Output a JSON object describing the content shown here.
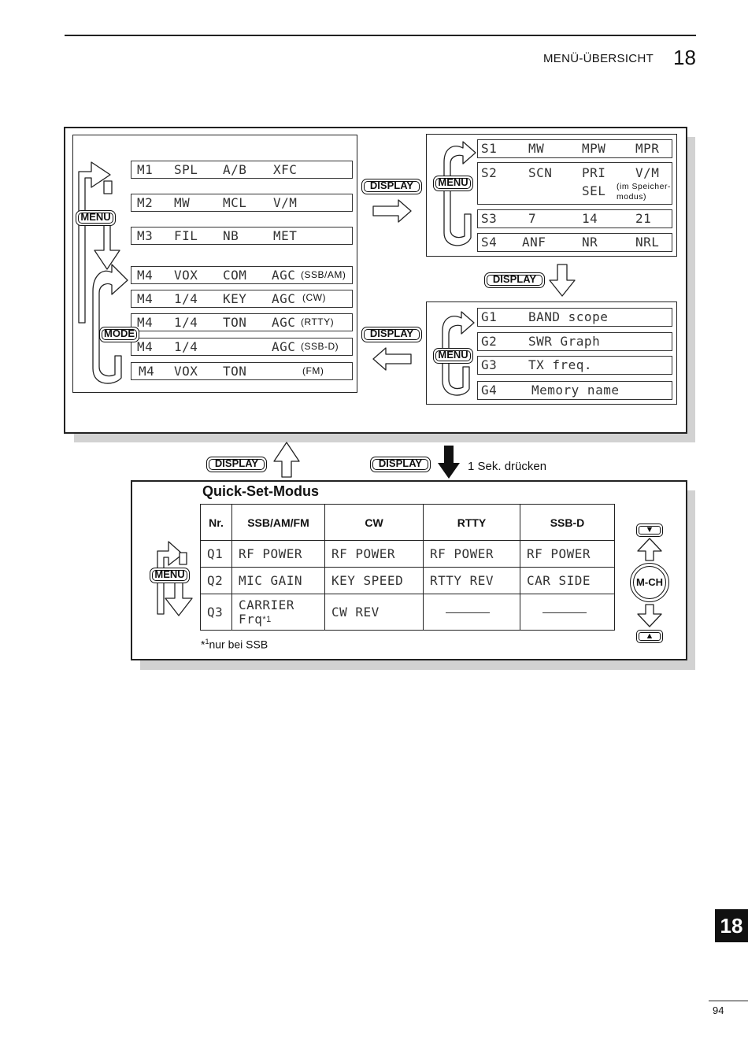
{
  "header": {
    "title": "MENÜ-ÜBERSICHT",
    "chapter": "18"
  },
  "side_tab": "18",
  "page_number": "94",
  "keys": {
    "display": "DISPLAY",
    "menu": "MENU",
    "mode": "MODE",
    "mch": "M-CH",
    "up": "▲",
    "down": "▼"
  },
  "press_note": "1 Sek. drücken",
  "m_menu": {
    "rows": [
      [
        "M1",
        "SPL",
        "A/B",
        "XFC"
      ],
      [
        "M2",
        "MW",
        "MCL",
        "V/M"
      ],
      [
        "M3",
        "FIL",
        "NB",
        "MET"
      ],
      [
        "M4",
        "VOX",
        "COM",
        "AGC"
      ],
      [
        "M4",
        "1/4",
        "KEY",
        "AGC"
      ],
      [
        "M4",
        "1/4",
        "TON",
        "AGC"
      ],
      [
        "M4",
        "1/4",
        "",
        "AGC"
      ],
      [
        "M4",
        "VOX",
        "TON",
        ""
      ]
    ],
    "mode_notes": [
      "(SSB/AM)",
      "(CW)",
      "(RTTY)",
      "(SSB-D)",
      "(FM)"
    ]
  },
  "s_menu": {
    "rows": [
      [
        "S1",
        "MW",
        "MPW",
        "MPR"
      ],
      [
        "S2",
        "SCN",
        "PRI",
        "V/M"
      ],
      [
        "S3",
        "7",
        "14",
        "21"
      ],
      [
        "S4",
        "ANF",
        "NR",
        "NRL"
      ]
    ],
    "sel": "SEL",
    "sel_note_1": "(im Speicher-",
    "sel_note_2": "modus)"
  },
  "g_menu": {
    "rows": [
      [
        "G1",
        "BAND scope"
      ],
      [
        "G2",
        "SWR Graph"
      ],
      [
        "G3",
        "TX freq."
      ],
      [
        "G4",
        "Memory name"
      ]
    ]
  },
  "quick_set": {
    "title": "Quick-Set-Modus",
    "headers": [
      "Nr.",
      "SSB/AM/FM",
      "CW",
      "RTTY",
      "SSB-D"
    ],
    "rows": [
      [
        "Q1",
        "RF POWER",
        "RF POWER",
        "RF POWER",
        "RF POWER"
      ],
      [
        "Q2",
        "MIC GAIN",
        "KEY SPEED",
        "RTTY REV",
        "CAR SIDE"
      ],
      [
        "Q3",
        "CARRIER",
        "CW REV",
        "",
        ""
      ]
    ],
    "q3_line2": "Frq",
    "footnote_mark": "*1",
    "footnote_prefix": "*",
    "footnote_sup": "1",
    "footnote_text": "nur bei SSB"
  }
}
